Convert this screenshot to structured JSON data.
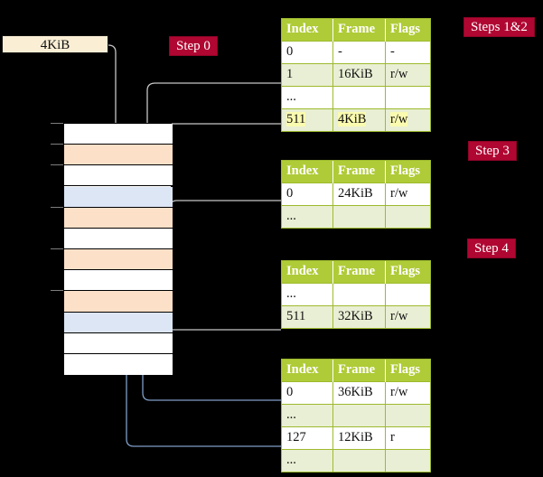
{
  "diagram": {
    "title_hidden": "",
    "colors": {
      "header_green": "#AFCB37",
      "row_alt_green": "#E9EFD4",
      "badge_crimson": "#B00632",
      "frame_orange": "#FDE0C8",
      "frame_blue": "#DCE6F5",
      "highlight_yellow": "#FAFAB0",
      "label_cream": "#FAEFD5",
      "wire_gray": "#BFBFBF",
      "wire_blue": "#7F9DC7",
      "background": "#000000"
    }
  },
  "size_label": {
    "text": "4KiB"
  },
  "badges": [
    {
      "id": "step0",
      "label": "Step 0"
    },
    {
      "id": "steps12",
      "label": "Steps 1&2"
    },
    {
      "id": "step3",
      "label": "Step 3"
    },
    {
      "id": "step4",
      "label": "Step 4"
    }
  ],
  "columns": {
    "index": "Index",
    "frame": "Frame",
    "flags": "Flags"
  },
  "tables": [
    {
      "id": "table-level-0",
      "rows": [
        {
          "index": "0",
          "frame": "-",
          "flags": "-",
          "style": "plain",
          "highlight": false
        },
        {
          "index": "1",
          "frame": "16KiB",
          "flags": "r/w",
          "style": "alt",
          "highlight": false
        },
        {
          "index": "...",
          "frame": "",
          "flags": "",
          "style": "plain",
          "highlight": false
        },
        {
          "index": "511",
          "frame": "4KiB",
          "flags": "r/w",
          "style": "alt",
          "highlight": true
        }
      ]
    },
    {
      "id": "table-level-1",
      "rows": [
        {
          "index": "0",
          "frame": "24KiB",
          "flags": "r/w",
          "style": "plain",
          "highlight": false
        },
        {
          "index": "...",
          "frame": "",
          "flags": "",
          "style": "alt",
          "highlight": false
        }
      ]
    },
    {
      "id": "table-level-2",
      "rows": [
        {
          "index": "...",
          "frame": "",
          "flags": "",
          "style": "plain",
          "highlight": false
        },
        {
          "index": "511",
          "frame": "32KiB",
          "flags": "r/w",
          "style": "alt",
          "highlight": false
        }
      ]
    },
    {
      "id": "table-level-3",
      "rows": [
        {
          "index": "0",
          "frame": "36KiB",
          "flags": "r/w",
          "style": "plain",
          "highlight": false
        },
        {
          "index": "...",
          "frame": "",
          "flags": "",
          "style": "alt",
          "highlight": false
        },
        {
          "index": "127",
          "frame": "12KiB",
          "flags": "r",
          "style": "plain",
          "highlight": false
        },
        {
          "index": "...",
          "frame": "",
          "flags": "",
          "style": "alt",
          "highlight": false
        }
      ]
    }
  ],
  "memory_frames": [
    {
      "slot": 0,
      "fill": "white"
    },
    {
      "slot": 1,
      "fill": "orange"
    },
    {
      "slot": 2,
      "fill": "white"
    },
    {
      "slot": 3,
      "fill": "blue"
    },
    {
      "slot": 4,
      "fill": "orange"
    },
    {
      "slot": 5,
      "fill": "white"
    },
    {
      "slot": 6,
      "fill": "orange"
    },
    {
      "slot": 7,
      "fill": "white"
    },
    {
      "slot": 8,
      "fill": "orange"
    },
    {
      "slot": 9,
      "fill": "blue"
    },
    {
      "slot": 10,
      "fill": "white"
    },
    {
      "slot": 11,
      "fill": "white"
    }
  ]
}
